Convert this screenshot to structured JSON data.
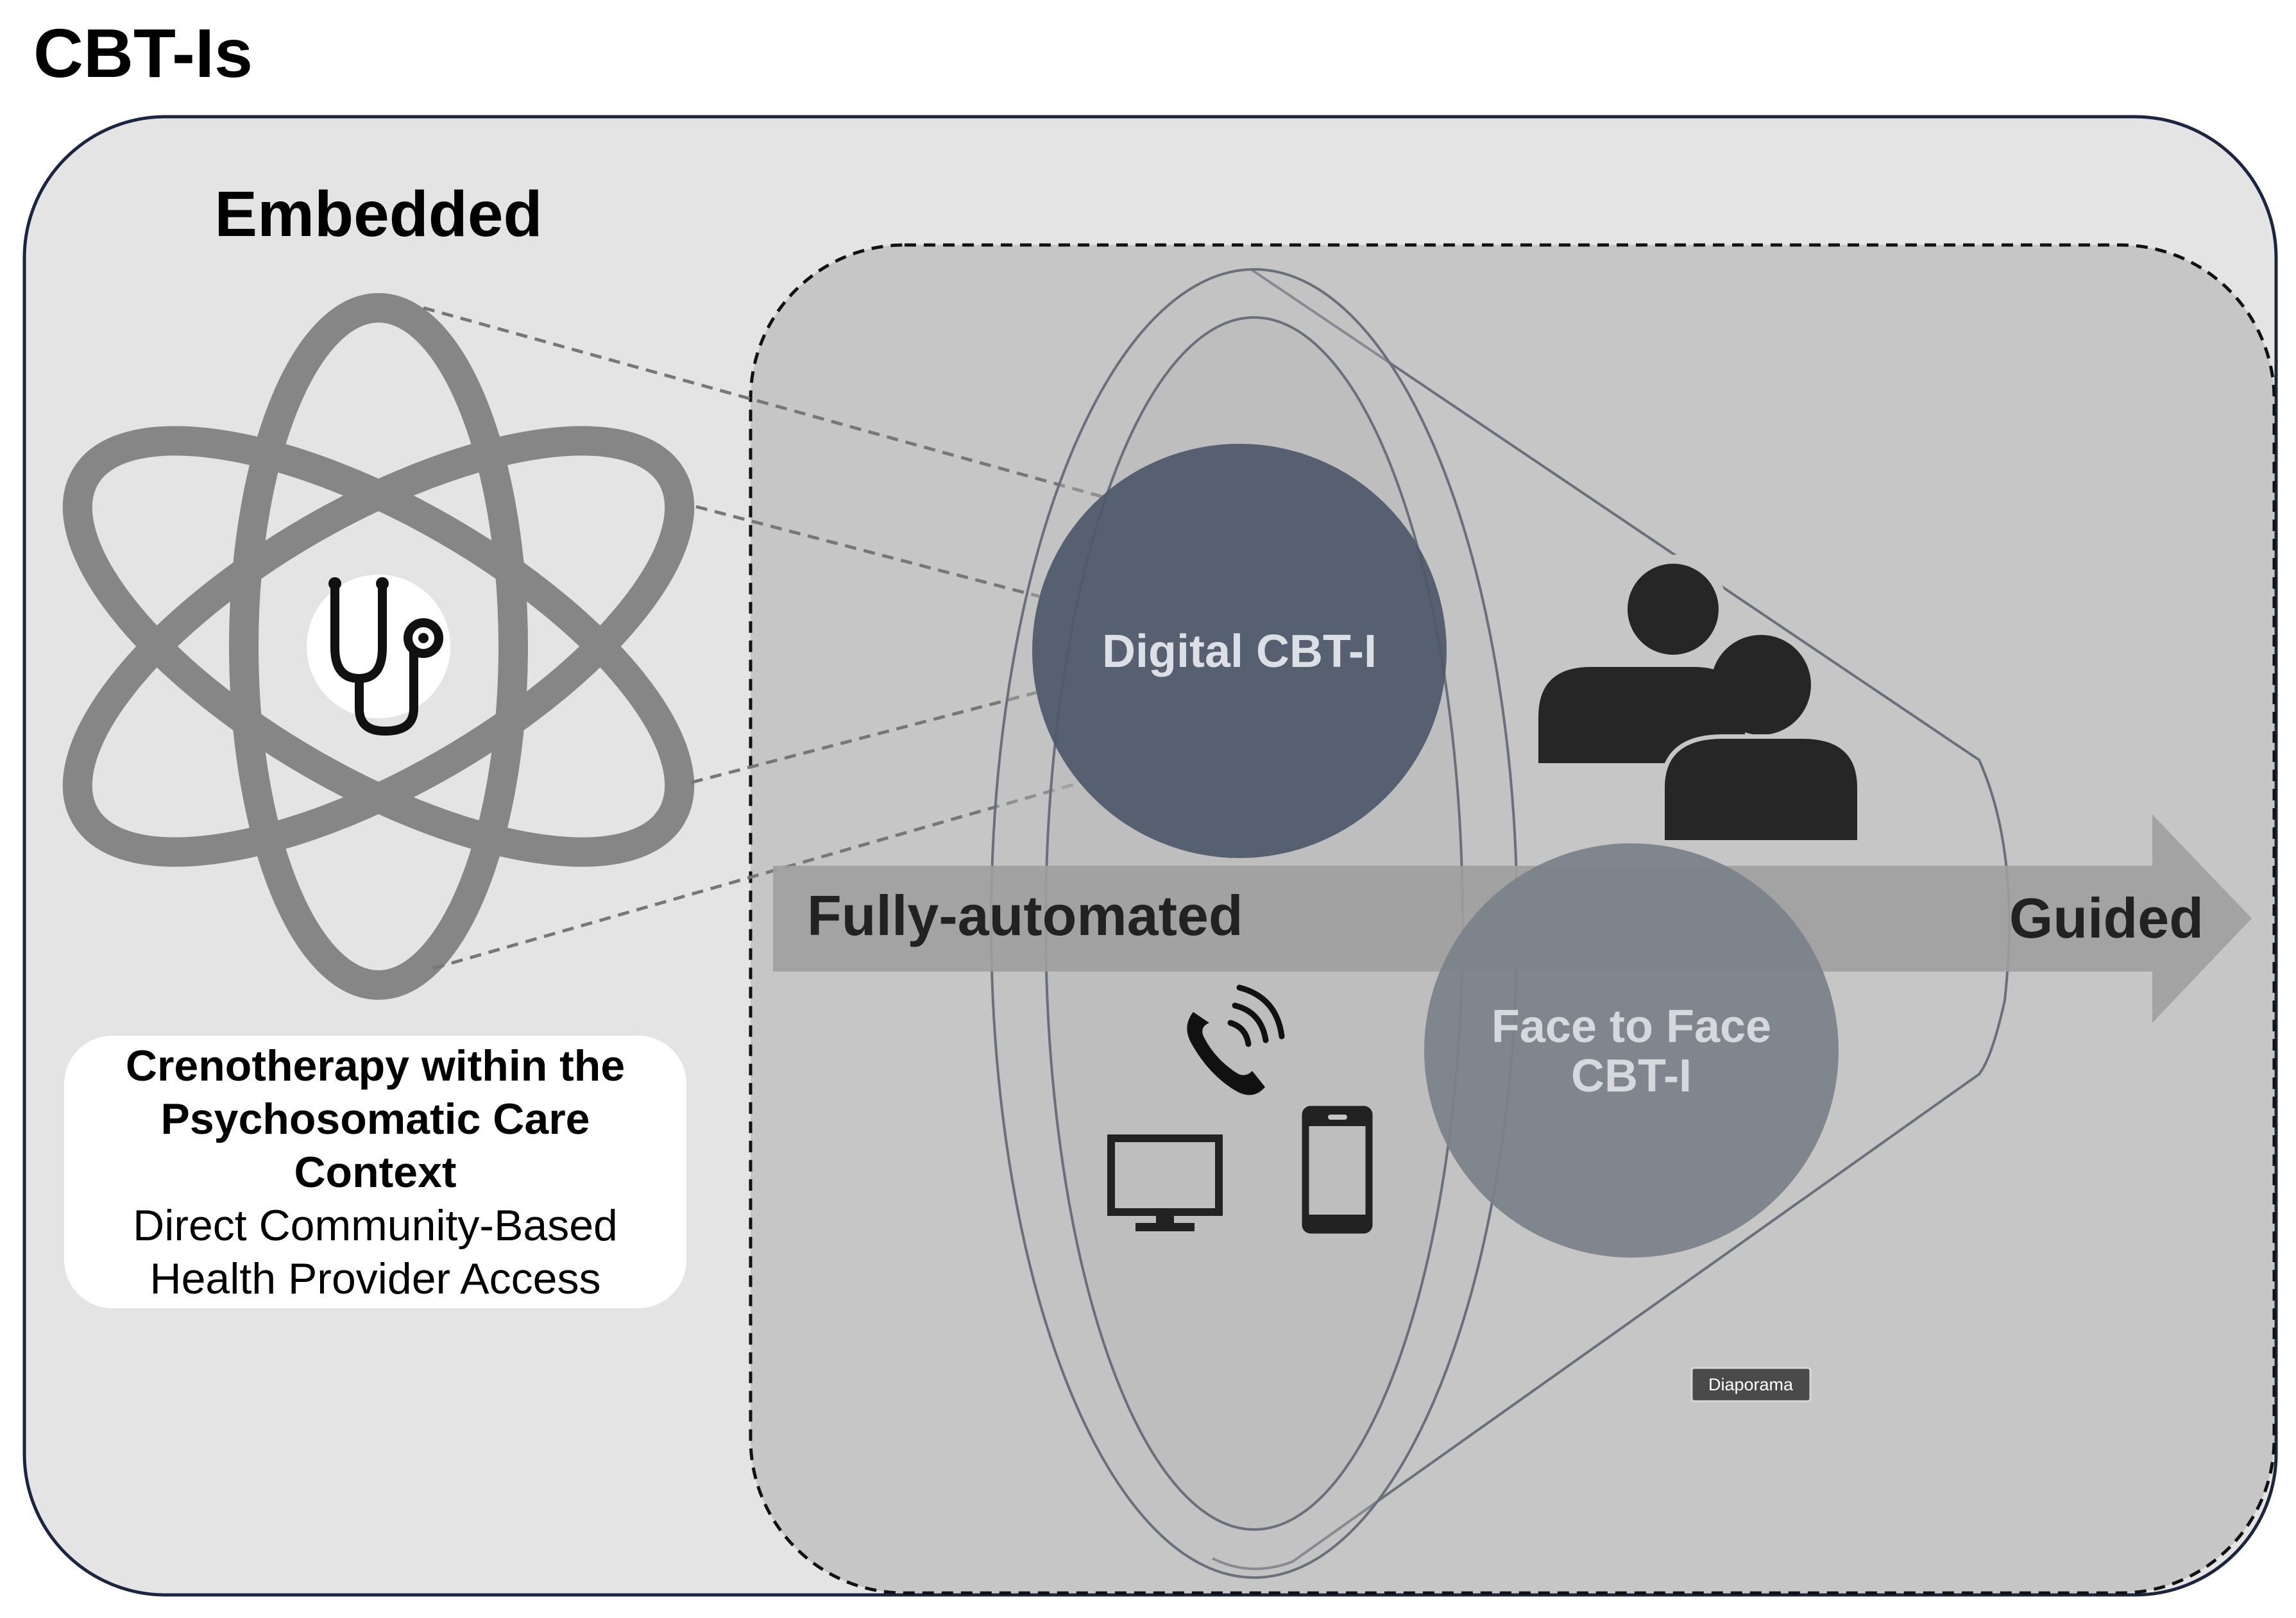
{
  "title": "CBT-Is",
  "embedded_label": "Embedded",
  "crenotherapy_box": {
    "bold_lines": [
      "Crenotherapy within the",
      "Psychosomatic Care",
      "Context"
    ],
    "regular_lines": [
      "Direct Community-Based",
      "Health Provider Access"
    ]
  },
  "arrow": {
    "left_label": "Fully-automated",
    "right_label": "Guided"
  },
  "digital_circle_label": "Digital CBT-I",
  "face_circle_lines": [
    "Face to Face",
    "CBT-I"
  ],
  "tag_label": "Diaporama",
  "colors": {
    "outer_panel": "#e4e4e5",
    "inner_panel": "#c6c6c6",
    "atom_orbit": "#868686",
    "digital_circle": "#4e5869",
    "face_circle": "#7b818a",
    "arrow": "#9e9ea0",
    "people_icon": "#262626",
    "device_icon": "#222222"
  },
  "icons": [
    "stethoscope-icon",
    "people-icon",
    "phone-call-icon",
    "monitor-icon",
    "smartphone-icon"
  ]
}
